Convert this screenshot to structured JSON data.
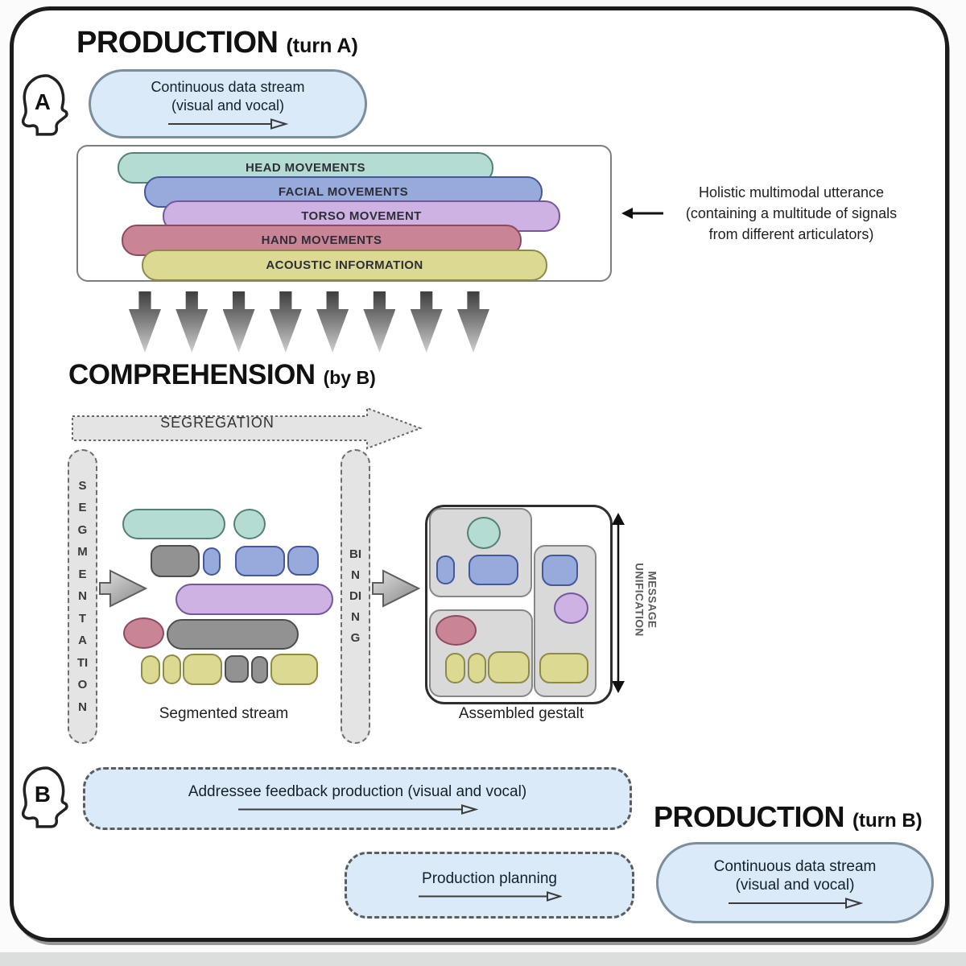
{
  "palette": {
    "teal": "#b5dcd2",
    "teal_border": "#548075",
    "blue": "#97aadc",
    "blue_border": "#44589a",
    "purple": "#cdb2e3",
    "purple_border": "#73589a",
    "rose": "#c98495",
    "rose_border": "#8e4a5e",
    "yellow": "#dcd992",
    "yellow_border": "#8e8b49",
    "gray": "#929292",
    "gray_border": "#4d4d4d",
    "panel_gray": "#d9d9d9",
    "box_blue": "#daeaf8"
  },
  "sections": {
    "production_a": {
      "title": "PRODUCTION",
      "subtitle": "(turn A)"
    },
    "comprehension": {
      "title": "COMPREHENSION",
      "subtitle": "(by B)"
    },
    "production_b": {
      "title": "PRODUCTION",
      "subtitle": "(turn B)"
    }
  },
  "actors": {
    "a_label": "A",
    "b_label": "B"
  },
  "boxes": {
    "continuous_stream_a": {
      "line1": "Continuous data stream",
      "line2": "(visual and vocal)"
    },
    "addressee_feedback": {
      "label": "Addressee feedback production  (visual and vocal)"
    },
    "production_planning": {
      "label": "Production planning"
    },
    "continuous_stream_b": {
      "line1": "Continuous data stream",
      "line2": "(visual and vocal)"
    }
  },
  "signal_bars": [
    {
      "label": "HEAD MOVEMENTS",
      "fill": "#b5dcd2",
      "border": "#548075"
    },
    {
      "label": "FACIAL MOVEMENTS",
      "fill": "#97aadc",
      "border": "#44589a"
    },
    {
      "label": "TORSO MOVEMENT",
      "fill": "#cdb2e3",
      "border": "#73589a"
    },
    {
      "label": "HAND MOVEMENTS",
      "fill": "#c98495",
      "border": "#8e4a5e"
    },
    {
      "label": "ACOUSTIC INFORMATION",
      "fill": "#dcd992",
      "border": "#8e8b49"
    }
  ],
  "annotation": {
    "line1": "Holistic multimodal utterance",
    "line2": "(containing a multitude of signals",
    "line3": "from different articulators)"
  },
  "process_labels": {
    "segregation": "SEGREGATION",
    "segmentation": "SEGMENTATION",
    "binding": "BINDING",
    "message_line1": "MESSAGE",
    "message_line2": "UNIFICATION"
  },
  "captions": {
    "segmented_stream": "Segmented stream",
    "assembled_gestalt": "Assembled gestalt"
  }
}
